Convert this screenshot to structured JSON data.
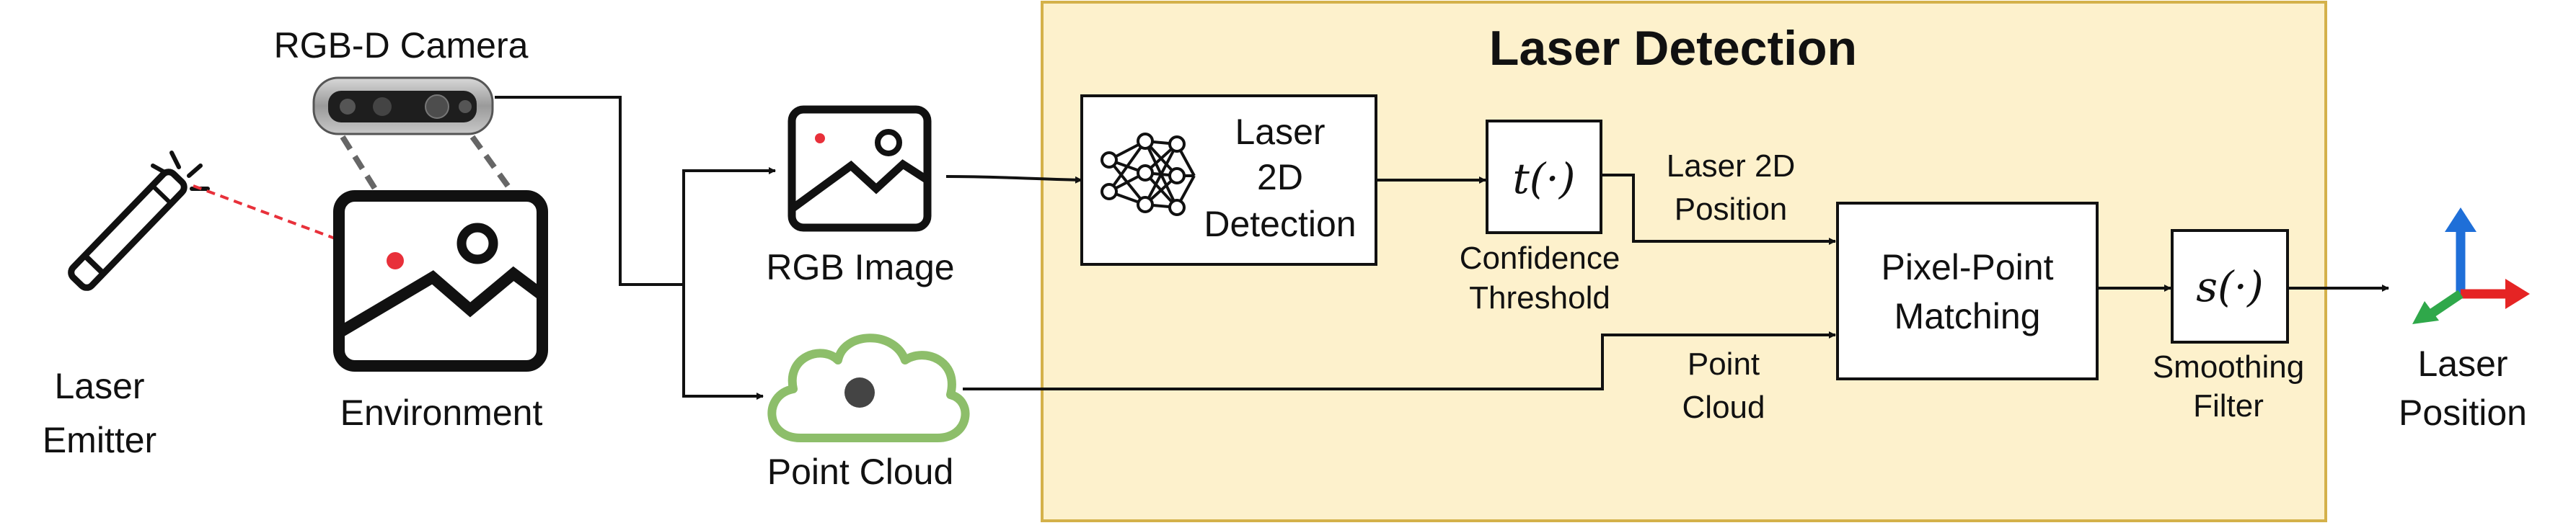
{
  "panel": {
    "title": "Laser Detection",
    "background": "#fdf1cc",
    "border": "#d4b14a"
  },
  "labels": {
    "camera": "RGB-D Camera",
    "laser_emitter_line1": "Laser",
    "laser_emitter_line2": "Emitter",
    "environment": "Environment",
    "rgb_image": "RGB Image",
    "point_cloud": "Point Cloud",
    "laser2d_line1": "Laser",
    "laser2d_line2": "2D",
    "laser2d_line3": "Detection",
    "t_func": "t(·)",
    "confidence_line1": "Confidence",
    "confidence_line2": "Threshold",
    "edge_laser2d_line1": "Laser 2D",
    "edge_laser2d_line2": "Position",
    "edge_pointcloud_line1": "Point",
    "edge_pointcloud_line2": "Cloud",
    "matching_line1": "Pixel-Point",
    "matching_line2": "Matching",
    "s_func": "s(·)",
    "smoothing_line1": "Smoothing",
    "smoothing_line2": "Filter",
    "output_line1": "Laser",
    "output_line2": "Position"
  },
  "colors": {
    "laser_dot": "#e8303a",
    "cloud_stroke": "#8dbe6a",
    "axis_x": "#e52424",
    "axis_y": "#1f6fd8",
    "axis_z": "#2fa84a"
  }
}
